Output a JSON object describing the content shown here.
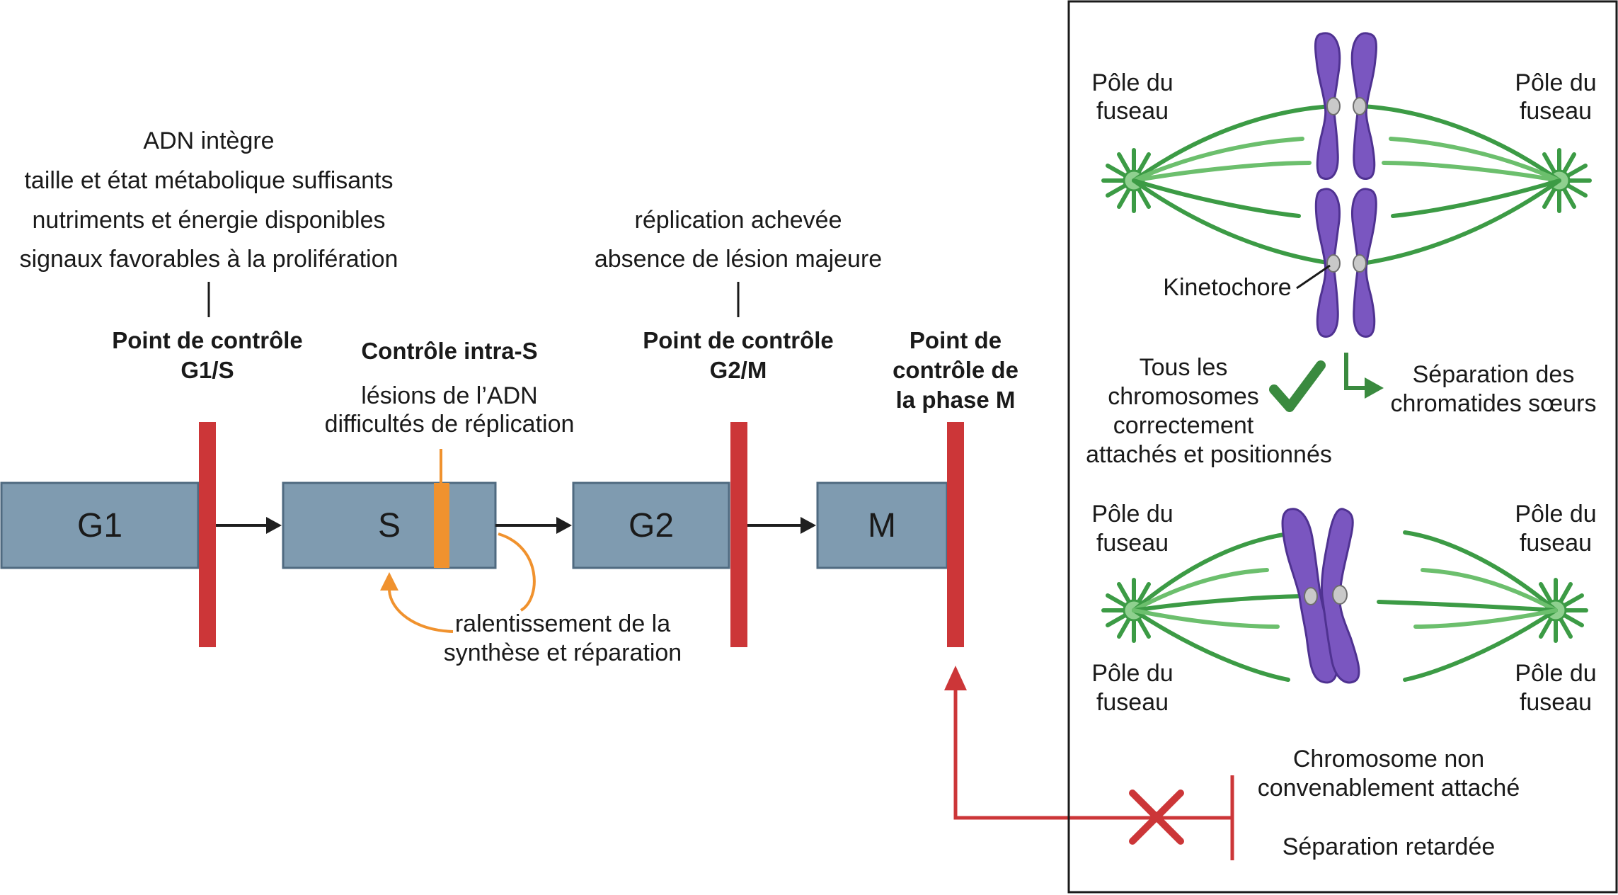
{
  "phases": [
    {
      "label": "G1"
    },
    {
      "label": "S"
    },
    {
      "label": "G2"
    },
    {
      "label": "M"
    }
  ],
  "checkpoints": {
    "g1s": {
      "title": [
        "Point de contrôle",
        "G1/S"
      ]
    },
    "intra_s": {
      "title": "Contrôle intra-S"
    },
    "g2m": {
      "title": [
        "Point de contrôle",
        "G2/M"
      ]
    },
    "m": {
      "title": [
        "Point de",
        "contrôle de",
        "la phase M"
      ]
    }
  },
  "conditions": {
    "g1s": [
      "ADN intègre",
      "taille et état métabolique suffisants",
      "nutriments et énergie disponibles",
      "signaux favorables à la prolifération"
    ],
    "intra_s": [
      "lésions de l’ADN",
      "difficultés de réplication"
    ],
    "g2m": [
      "réplication achevée",
      "absence de lésion majeure"
    ]
  },
  "intra_s_response": [
    "ralentissement de la",
    "synthèse et réparation"
  ],
  "panel": {
    "pole_label": [
      "Pôle du",
      "fuseau"
    ],
    "kinetochore": "Kinetochore",
    "ok_condition": [
      "Tous les",
      "chromosomes",
      "correctement",
      "attachés et positionnés"
    ],
    "ok_result": [
      "Séparation des",
      "chromatides sœurs"
    ],
    "bad_condition": [
      "Chromosome non",
      "convenablement attaché"
    ],
    "bad_result": "Séparation retardée"
  },
  "colors": {
    "phase_box": "#7f9bb0",
    "checkpoint_bar": "#cc3638",
    "intra_s_marker": "#f0922e",
    "spindle": "#3c9b45",
    "chromosome": "#7a56c0",
    "check": "#3a8a3f"
  }
}
